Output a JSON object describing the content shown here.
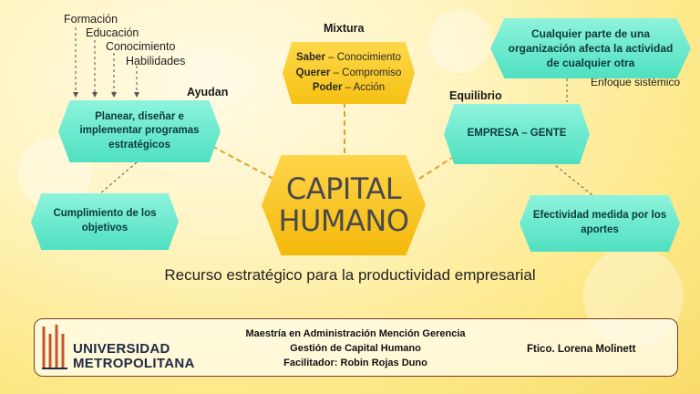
{
  "inputs_list": [
    "Formación",
    "Educación",
    "Conocimiento",
    "Habilidades"
  ],
  "labels": {
    "mixtura": "Mixtura",
    "ayudan": "Ayudan",
    "equilibrio": "Equilibrio",
    "enfoque": "Enfoque sistémico"
  },
  "center": {
    "line1": "CAPITAL",
    "line2": "HUMANO"
  },
  "mixtura_box": {
    "saber": "Saber",
    "saber_rest": " – Conocimiento",
    "querer": "Querer",
    "querer_rest": " – Compromiso",
    "poder": "Poder",
    "poder_rest": " – Acción"
  },
  "planear_box": {
    "line1": "Planear, diseñar e",
    "line2": "implementar programas",
    "line3": "estratégicos"
  },
  "empresa_box": {
    "text": "EMPRESA – GENTE"
  },
  "cualquier_box": {
    "line1": "Cualquier parte de una",
    "line2": "organización afecta la actividad",
    "line3": "de cualquier otra"
  },
  "cumplimiento_box": {
    "line1": "Cumplimiento de los",
    "line2": "objetivos"
  },
  "efectividad_box": {
    "line1": "Efectividad medida por los",
    "line2": "aportes"
  },
  "subtitle": "Recurso estratégico para la productividad empresarial",
  "footer": {
    "logo_line1": "UNIVERSIDAD",
    "logo_line2": "METROPOLITANA",
    "program": "Maestría en Administración  Mención Gerencia",
    "course": "Gestión de Capital Humano",
    "facilitator": "Facilitador: Robin Rojas Duno",
    "author": "Ftico. Lorena Molinett"
  },
  "colors": {
    "teal": "#4fe0c1",
    "yellow": "#f6c114",
    "connector": "#e0a030",
    "footer_border": "#7a3a2a"
  }
}
